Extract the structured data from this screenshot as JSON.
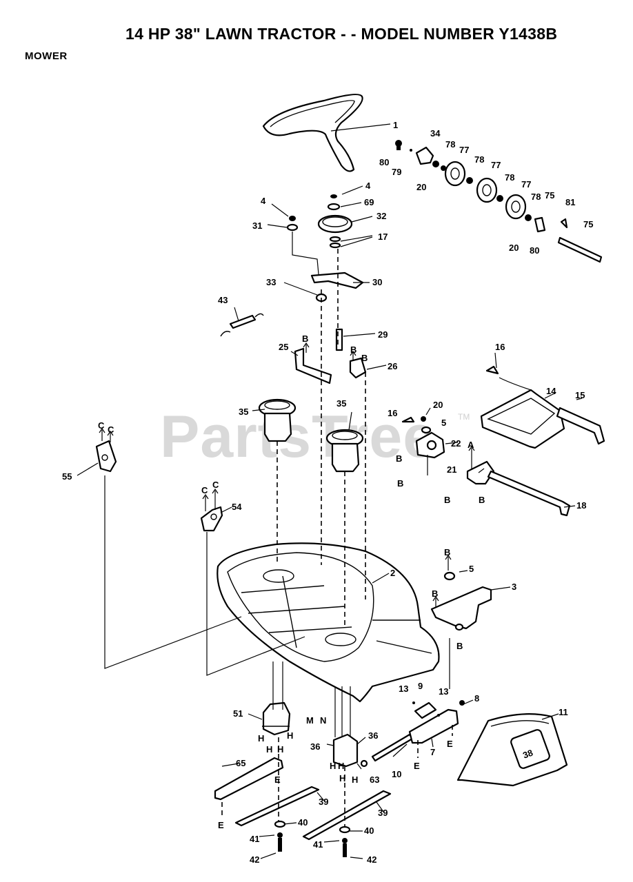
{
  "header": {
    "title": "14 HP 38\" LAWN TRACTOR - - MODEL NUMBER Y1438B",
    "section": "MOWER"
  },
  "watermark": {
    "text": "PartsTree",
    "tm": "TM"
  },
  "callouts": [
    {
      "id": "c-1",
      "text": "1"
    },
    {
      "id": "c-34",
      "text": "34"
    },
    {
      "id": "c-80a",
      "text": "80"
    },
    {
      "id": "c-79",
      "text": "79"
    },
    {
      "id": "c-78a",
      "text": "78"
    },
    {
      "id": "c-77a",
      "text": "77"
    },
    {
      "id": "c-20a",
      "text": "20"
    },
    {
      "id": "c-78b",
      "text": "78"
    },
    {
      "id": "c-77b",
      "text": "77"
    },
    {
      "id": "c-78c",
      "text": "78"
    },
    {
      "id": "c-77c",
      "text": "77"
    },
    {
      "id": "c-78d",
      "text": "78"
    },
    {
      "id": "c-75a",
      "text": "75"
    },
    {
      "id": "c-81",
      "text": "81"
    },
    {
      "id": "c-75b",
      "text": "75"
    },
    {
      "id": "c-20b",
      "text": "20"
    },
    {
      "id": "c-80b",
      "text": "80"
    },
    {
      "id": "c-4a",
      "text": "4"
    },
    {
      "id": "c-4b",
      "text": "4"
    },
    {
      "id": "c-69",
      "text": "69"
    },
    {
      "id": "c-31",
      "text": "31"
    },
    {
      "id": "c-32",
      "text": "32"
    },
    {
      "id": "c-17",
      "text": "17"
    },
    {
      "id": "c-33",
      "text": "33"
    },
    {
      "id": "c-30",
      "text": "30"
    },
    {
      "id": "c-43",
      "text": "43"
    },
    {
      "id": "c-29",
      "text": "29"
    },
    {
      "id": "c-25",
      "text": "25"
    },
    {
      "id": "c-26",
      "text": "26"
    },
    {
      "id": "c-16a",
      "text": "16"
    },
    {
      "id": "c-14",
      "text": "14"
    },
    {
      "id": "c-15",
      "text": "15"
    },
    {
      "id": "c-35a",
      "text": "35"
    },
    {
      "id": "c-35b",
      "text": "35"
    },
    {
      "id": "c-16b",
      "text": "16"
    },
    {
      "id": "c-20c",
      "text": "20"
    },
    {
      "id": "c-5a",
      "text": "5"
    },
    {
      "id": "c-22",
      "text": "22"
    },
    {
      "id": "c-21",
      "text": "21"
    },
    {
      "id": "c-18",
      "text": "18"
    },
    {
      "id": "c-55",
      "text": "55"
    },
    {
      "id": "c-54",
      "text": "54"
    },
    {
      "id": "c-2",
      "text": "2"
    },
    {
      "id": "c-5b",
      "text": "5"
    },
    {
      "id": "c-3",
      "text": "3"
    },
    {
      "id": "c-13a",
      "text": "13"
    },
    {
      "id": "c-9",
      "text": "9"
    },
    {
      "id": "c-13b",
      "text": "13"
    },
    {
      "id": "c-8",
      "text": "8"
    },
    {
      "id": "c-11",
      "text": "11"
    },
    {
      "id": "c-51",
      "text": "51"
    },
    {
      "id": "c-36a",
      "text": "36"
    },
    {
      "id": "c-36b",
      "text": "36"
    },
    {
      "id": "c-63",
      "text": "63"
    },
    {
      "id": "c-10",
      "text": "10"
    },
    {
      "id": "c-7",
      "text": "7"
    },
    {
      "id": "c-65",
      "text": "65"
    },
    {
      "id": "c-39a",
      "text": "39"
    },
    {
      "id": "c-39b",
      "text": "39"
    },
    {
      "id": "c-40a",
      "text": "40"
    },
    {
      "id": "c-40b",
      "text": "40"
    },
    {
      "id": "c-41a",
      "text": "41"
    },
    {
      "id": "c-41b",
      "text": "41"
    },
    {
      "id": "c-42a",
      "text": "42"
    },
    {
      "id": "c-42b",
      "text": "42"
    }
  ],
  "ref_letters": [
    {
      "id": "r-b1",
      "text": "B"
    },
    {
      "id": "r-b2",
      "text": "B"
    },
    {
      "id": "r-b3",
      "text": "B"
    },
    {
      "id": "r-c1",
      "text": "C"
    },
    {
      "id": "r-c2",
      "text": "C"
    },
    {
      "id": "r-c3",
      "text": "C"
    },
    {
      "id": "r-c4",
      "text": "C"
    },
    {
      "id": "r-b4",
      "text": "B"
    },
    {
      "id": "r-b5",
      "text": "B"
    },
    {
      "id": "r-a",
      "text": "A"
    },
    {
      "id": "r-b6",
      "text": "B"
    },
    {
      "id": "r-b7",
      "text": "B"
    },
    {
      "id": "r-b8",
      "text": "B"
    },
    {
      "id": "r-b9",
      "text": "B"
    },
    {
      "id": "r-b10",
      "text": "B"
    },
    {
      "id": "r-m",
      "text": "M"
    },
    {
      "id": "r-n",
      "text": "N"
    },
    {
      "id": "r-e1",
      "text": "E"
    },
    {
      "id": "r-e2",
      "text": "E"
    },
    {
      "id": "r-e3",
      "text": "E"
    },
    {
      "id": "r-e4",
      "text": "E"
    },
    {
      "id": "r-h1",
      "text": "H"
    },
    {
      "id": "r-h2",
      "text": "H"
    },
    {
      "id": "r-h3",
      "text": "H"
    },
    {
      "id": "r-h4",
      "text": "H"
    },
    {
      "id": "r-h5",
      "text": "H"
    },
    {
      "id": "r-h6",
      "text": "H"
    },
    {
      "id": "r-h7",
      "text": "H"
    },
    {
      "id": "r-h8",
      "text": "H"
    }
  ],
  "chute_decal": "38"
}
